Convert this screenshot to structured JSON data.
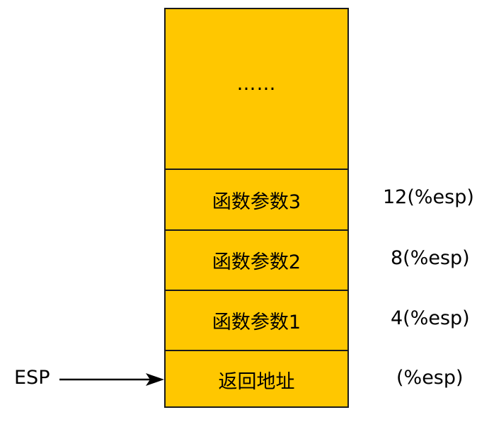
{
  "stack": {
    "top_label": "……",
    "cells": [
      {
        "label": "函数参数3",
        "offset": "12(%esp)"
      },
      {
        "label": "函数参数2",
        "offset": "8(%esp)"
      },
      {
        "label": "函数参数1",
        "offset": "4(%esp)"
      },
      {
        "label": "返回地址",
        "offset": "(%esp)"
      }
    ]
  },
  "pointer": {
    "label": "ESP",
    "target": "返回地址"
  },
  "colors": {
    "cell_fill": "#ffc700",
    "border": "#1a1a1a",
    "arrow": "#000000"
  }
}
